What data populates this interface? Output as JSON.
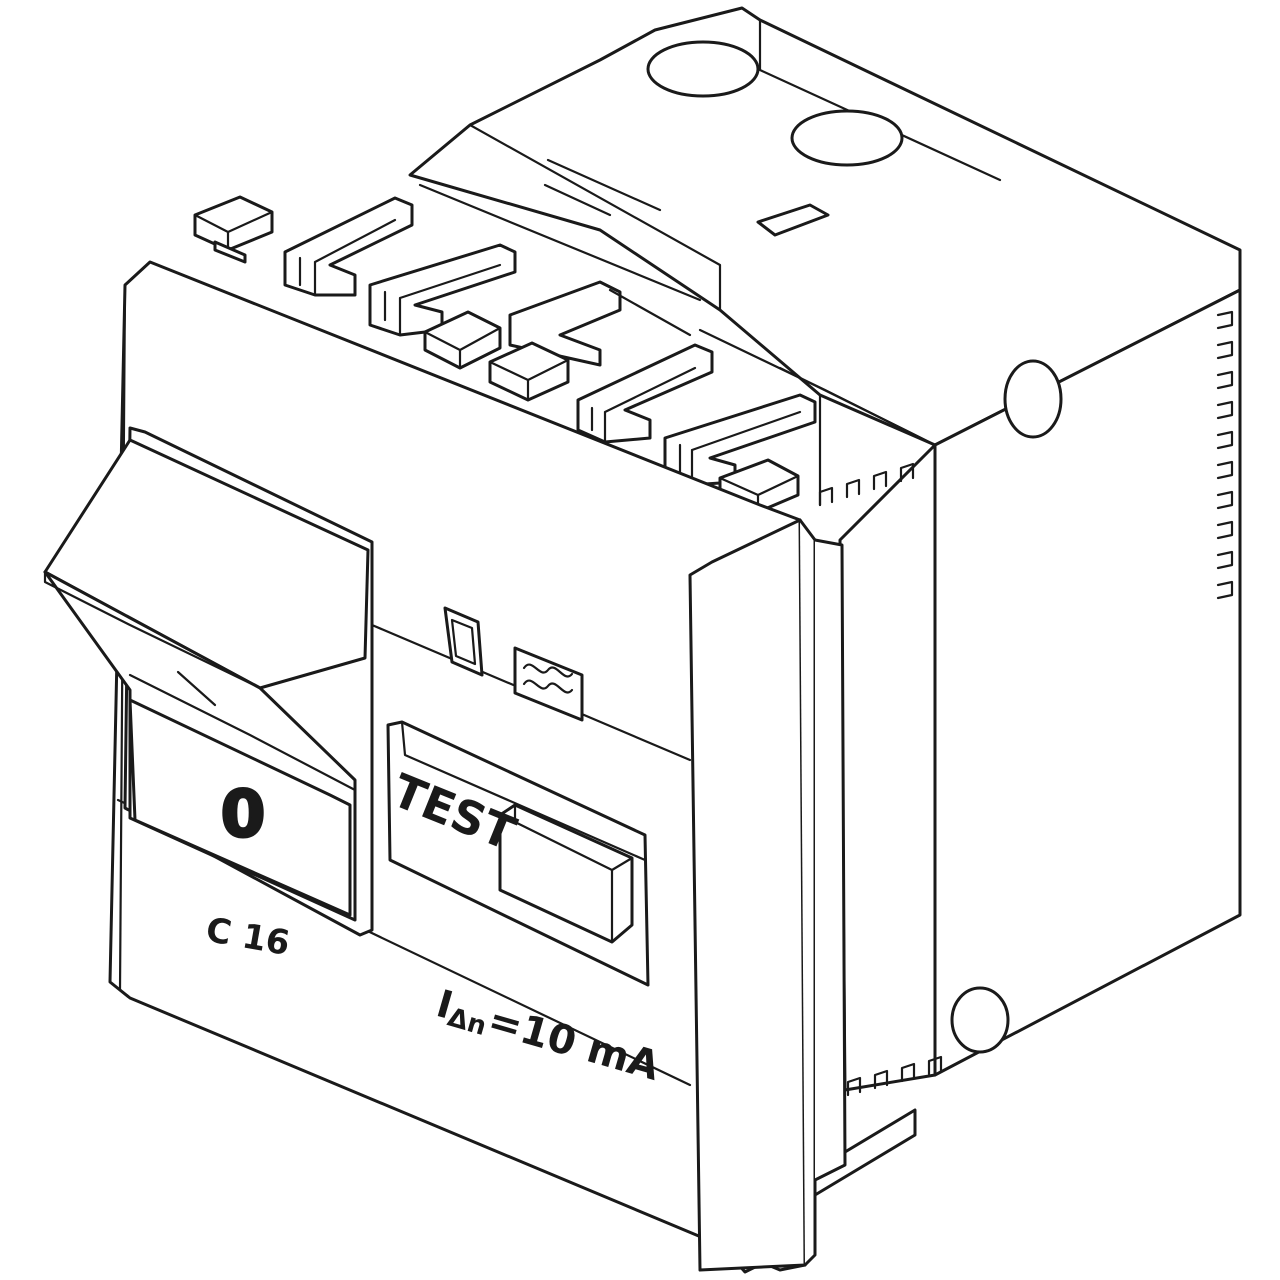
{
  "labels": {
    "rating": "C 16",
    "switch_position": "0",
    "test_button": "TEST",
    "residual_current_symbol": "I",
    "residual_current_subscript": "Δn",
    "residual_current_value": "=10 mA"
  }
}
